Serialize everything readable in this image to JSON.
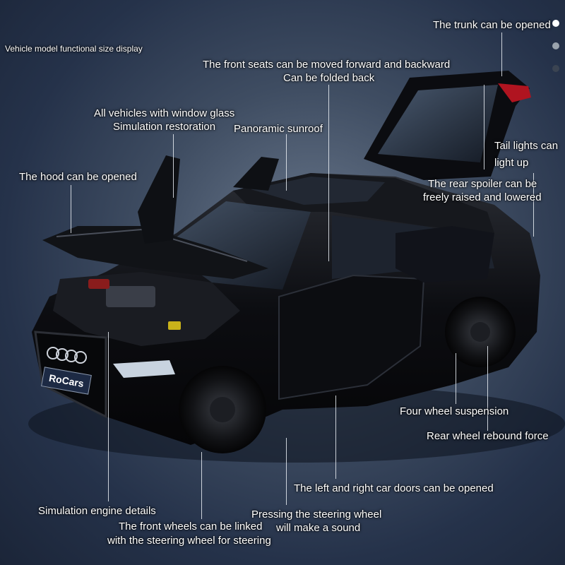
{
  "header": {
    "title": "Vehicle model functional size display"
  },
  "badge": {
    "brand": "RoCars"
  },
  "labels": {
    "trunk": "The trunk can be opened",
    "seats_1": "The front seats can be moved forward and backward",
    "seats_2": "Can be folded back",
    "glass_1": "All vehicles with window glass",
    "glass_2": "Simulation restoration",
    "sunroof": "Panoramic sunroof",
    "tail_1": "Tail lights can",
    "tail_2": "light up",
    "hood": "The hood can be opened",
    "spoiler_1": "The rear spoiler can be",
    "spoiler_2": "freely raised and lowered",
    "suspension": "Four wheel suspension",
    "rebound": "Rear wheel rebound force",
    "doors": "The left and right car doors can be opened",
    "engine": "Simulation engine details",
    "steering_sound_1": "Pressing the steering wheel",
    "steering_sound_2": "will make a sound",
    "front_wheels_1": "The front wheels can be linked",
    "front_wheels_2": "with the steering wheel for steering"
  },
  "color_dots": [
    "#ffffff",
    "#9aa3ad",
    "#3b4452"
  ],
  "colors": {
    "background": "#33405a",
    "car_body": "#0b0c10",
    "label_text": "#ffffff",
    "tail_light": "#b01420"
  }
}
